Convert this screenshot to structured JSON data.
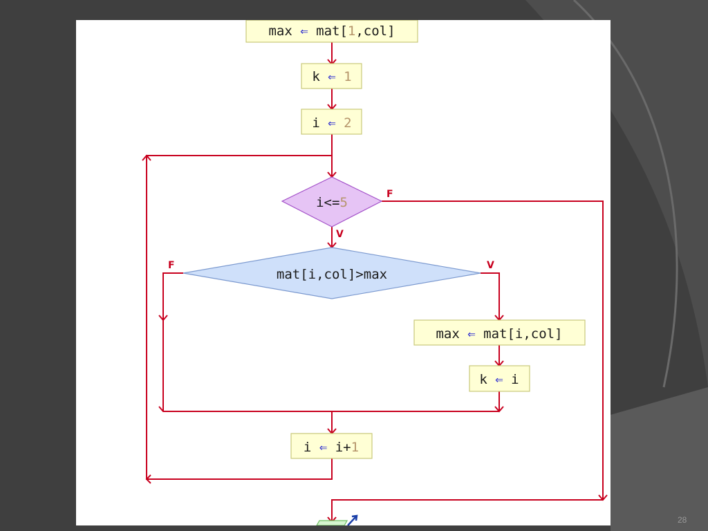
{
  "slide": {
    "page_number": "28"
  },
  "flowchart": {
    "assign_max_init": {
      "target": "max",
      "arrow": "⇐",
      "expr_a": "mat[",
      "num": "1",
      "expr_b": ",col]"
    },
    "assign_k_init": {
      "target": "k",
      "arrow": "⇐",
      "num": "1"
    },
    "assign_i_init": {
      "target": "i",
      "arrow": "⇐",
      "num": "2"
    },
    "cond_loop": {
      "text_a": "i<=",
      "num": "5"
    },
    "cond_compare": {
      "text": "mat[i,col]>max"
    },
    "assign_max_update": {
      "target": "max",
      "arrow": "⇐",
      "expr": "mat[i,col]"
    },
    "assign_k_update": {
      "target": "k",
      "arrow": "⇐",
      "expr": "i"
    },
    "increment_i": {
      "target": "i",
      "arrow": "⇐",
      "expr_a": "i+",
      "num": "1"
    },
    "labels": {
      "false": "F",
      "true": "V"
    }
  }
}
